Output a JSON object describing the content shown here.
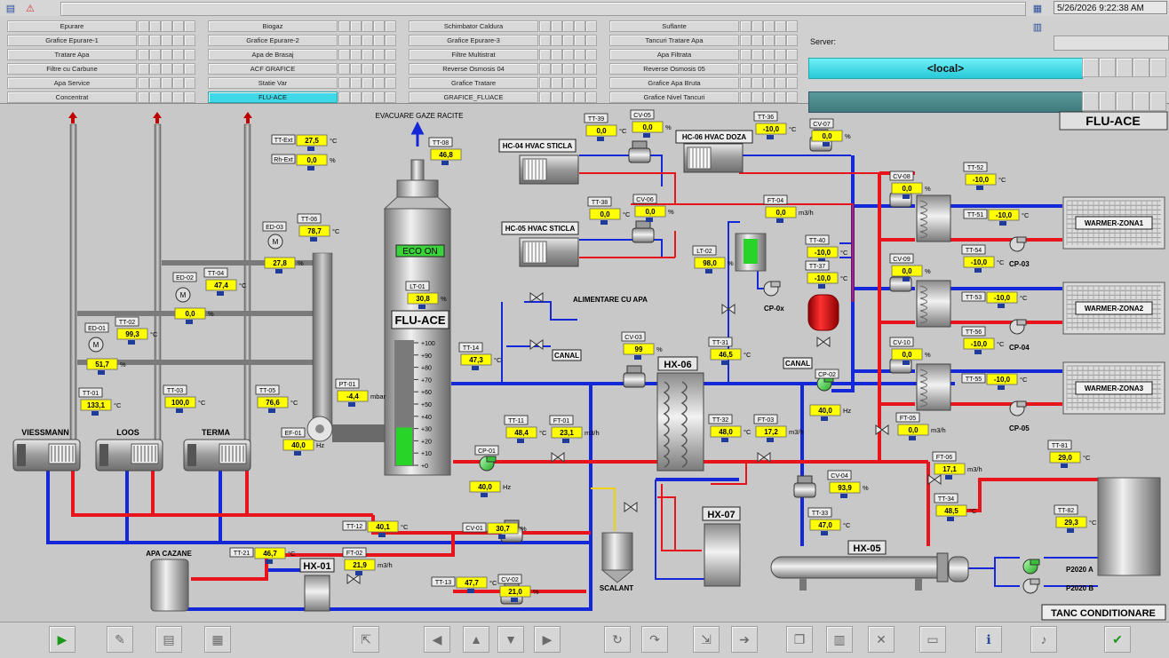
{
  "datetime": "5/26/2026 9:22:38 AM",
  "nav": {
    "col1": [
      "Epurare",
      "Grafice Epurare-1",
      "Tratare Apa",
      "Filtre cu Carbune",
      "Apa Service",
      "Concentrat"
    ],
    "col2": [
      "Biogaz",
      "Grafice Epurare-2",
      "Apa de Brasaj",
      "ACF GRAFICE",
      "Statie Var",
      "FLU-ACE"
    ],
    "col3": [
      "Schimbator Caldura",
      "Grafice Epurare-3",
      "Filtre Multistrat",
      "Reverse Osmosis 04",
      "Grafice Tratare",
      "GRAFICE_FLUACE"
    ],
    "col4": [
      "Suflante",
      "Tancuri Tratare Apa",
      "Apa Filtrata",
      "Reverse Osmosis 05",
      "Grafice Apa Bruta",
      "Grafice Nivel Tancuri"
    ],
    "active": "FLU-ACE"
  },
  "server": {
    "label": "Server:",
    "local": "<local>"
  },
  "diagram": {
    "title": "FLU-ACE",
    "gas_label": "EVACUARE GAZE RACITE",
    "tower_label": "FLU-ACE",
    "eco": "ECO ON",
    "scale": [
      "+100",
      "+90",
      "+80",
      "+70",
      "+60",
      "+50",
      "+40",
      "+30",
      "+20",
      "+10",
      "+0"
    ],
    "level_pct": 30.8,
    "boilers": [
      "VIESSMANN",
      "LOOS",
      "TERMA"
    ],
    "hvac": [
      "HC-04 HVAC STICLA",
      "HC-05 HVAC STICLA",
      "HC-06 HVAC DOZA"
    ],
    "exchangers": [
      "HX-01",
      "HX-05",
      "HX-06",
      "HX-07"
    ],
    "warmers": [
      "WARMER-ZONA1",
      "WARMER-ZONA2",
      "WARMER-ZONA3"
    ],
    "texts": {
      "alimentare": "ALIMENTARE CU APA",
      "canal": "CANAL",
      "canal2": "CANAL",
      "apa_cazane": "APA CAZANE",
      "scalant": "SCALANT",
      "tanc": "TANC CONDITIONARE",
      "cp0x": "CP-0x",
      "cp03": "CP-03",
      "cp04": "CP-04",
      "cp05": "CP-05",
      "p2020a": "P2020 A",
      "p2020b": "P2020 B"
    },
    "tags": [
      {
        "id": "TT-Ext",
        "value": "27,5",
        "unit": "°C"
      },
      {
        "id": "Rh-Ext",
        "value": "0,0",
        "unit": "%"
      },
      {
        "id": "TT-08",
        "value": "46,8",
        "unit": ""
      },
      {
        "id": "ED-03",
        "value": "27,8",
        "unit": "%"
      },
      {
        "id": "TT-06",
        "value": "78,7",
        "unit": "°C"
      },
      {
        "id": "ED-02",
        "value": "0,0",
        "unit": "%"
      },
      {
        "id": "TT-04",
        "value": "47,4",
        "unit": "°C"
      },
      {
        "id": "ED-01",
        "value": "51,7",
        "unit": "%"
      },
      {
        "id": "TT-02",
        "value": "99,3",
        "unit": "°C"
      },
      {
        "id": "TT-01",
        "value": "133,1",
        "unit": "°C"
      },
      {
        "id": "TT-03",
        "value": "100,0",
        "unit": "°C"
      },
      {
        "id": "TT-05",
        "value": "76,6",
        "unit": "°C"
      },
      {
        "id": "PT-01",
        "value": "-4,4",
        "unit": "mbar"
      },
      {
        "id": "EF-01",
        "value": "40,0",
        "unit": "Hz"
      },
      {
        "id": "LT-01",
        "value": "30,8",
        "unit": "%"
      },
      {
        "id": "TT-39",
        "value": "0,0",
        "unit": "°C"
      },
      {
        "id": "CV-05",
        "value": "0,0",
        "unit": "%"
      },
      {
        "id": "TT-38",
        "value": "0,0",
        "unit": "°C"
      },
      {
        "id": "CV-06",
        "value": "0,0",
        "unit": "%"
      },
      {
        "id": "TT-36",
        "value": "-10,0",
        "unit": "°C"
      },
      {
        "id": "CV-07",
        "value": "0,0",
        "unit": "%"
      },
      {
        "id": "FT-04",
        "value": "0,0",
        "unit": "m3/h"
      },
      {
        "id": "TT-40",
        "value": "-10,0",
        "unit": "°C"
      },
      {
        "id": "TT-37",
        "value": "-10,0",
        "unit": "°C"
      },
      {
        "id": "LT-02",
        "value": "98,0",
        "unit": "%"
      },
      {
        "id": "TT-14",
        "value": "47,3",
        "unit": "°C"
      },
      {
        "id": "CV-03",
        "value": "99",
        "unit": "%"
      },
      {
        "id": "TT-31",
        "value": "46,5",
        "unit": "°C"
      },
      {
        "id": "CP-02",
        "value": "40,0",
        "unit": "Hz"
      },
      {
        "id": "TT-11",
        "value": "48,4",
        "unit": "°C"
      },
      {
        "id": "FT-01",
        "value": "23,1",
        "unit": "m3/h"
      },
      {
        "id": "CP-01",
        "value": "40,0",
        "unit": "Hz"
      },
      {
        "id": "TT-32",
        "value": "48,0",
        "unit": "°C"
      },
      {
        "id": "FT-03",
        "value": "17,2",
        "unit": "m3/h"
      },
      {
        "id": "CV-08",
        "value": "0,0",
        "unit": "%"
      },
      {
        "id": "TT-52",
        "value": "-10,0",
        "unit": "°C"
      },
      {
        "id": "TT-51",
        "value": "-10,0",
        "unit": "°C"
      },
      {
        "id": "CV-09",
        "value": "0,0",
        "unit": "%"
      },
      {
        "id": "TT-54",
        "value": "-10,0",
        "unit": "°C"
      },
      {
        "id": "TT-53",
        "value": "-10,0",
        "unit": "°C"
      },
      {
        "id": "CV-10",
        "value": "0,0",
        "unit": "%"
      },
      {
        "id": "TT-56",
        "value": "-10,0",
        "unit": "°C"
      },
      {
        "id": "TT-55",
        "value": "-10,0",
        "unit": "°C"
      },
      {
        "id": "FT-05",
        "value": "0,0",
        "unit": "m3/h"
      },
      {
        "id": "FT-06",
        "value": "17,1",
        "unit": "m3/h"
      },
      {
        "id": "TT-81",
        "value": "29,0",
        "unit": "°C"
      },
      {
        "id": "TT-34",
        "value": "48,5",
        "unit": "°C"
      },
      {
        "id": "TT-82",
        "value": "29,3",
        "unit": "°C"
      },
      {
        "id": "CV-04",
        "value": "93,9",
        "unit": "%"
      },
      {
        "id": "TT-33",
        "value": "47,0",
        "unit": "°C"
      },
      {
        "id": "TT-12",
        "value": "40,1",
        "unit": "°C"
      },
      {
        "id": "CV-01",
        "value": "30,7",
        "unit": "%"
      },
      {
        "id": "TT-21",
        "value": "46,7",
        "unit": "°C"
      },
      {
        "id": "FT-02",
        "value": "21,9",
        "unit": "m3/h"
      },
      {
        "id": "TT-13",
        "value": "47,7",
        "unit": "°C"
      },
      {
        "id": "CV-02",
        "value": "21,0",
        "unit": "%"
      }
    ]
  },
  "bottom_buttons": [
    "play",
    "tools",
    "notes",
    "report",
    "export",
    "back",
    "up",
    "down",
    "forward",
    "refresh",
    "redo",
    "import",
    "next",
    "copy",
    "print",
    "delete",
    "monitor",
    "info",
    "sound",
    "check"
  ],
  "colors": {
    "hot": "#e8141c",
    "cold": "#1428d8",
    "value_bg": "#ffff00",
    "active_nav": "#3fd8e8"
  }
}
